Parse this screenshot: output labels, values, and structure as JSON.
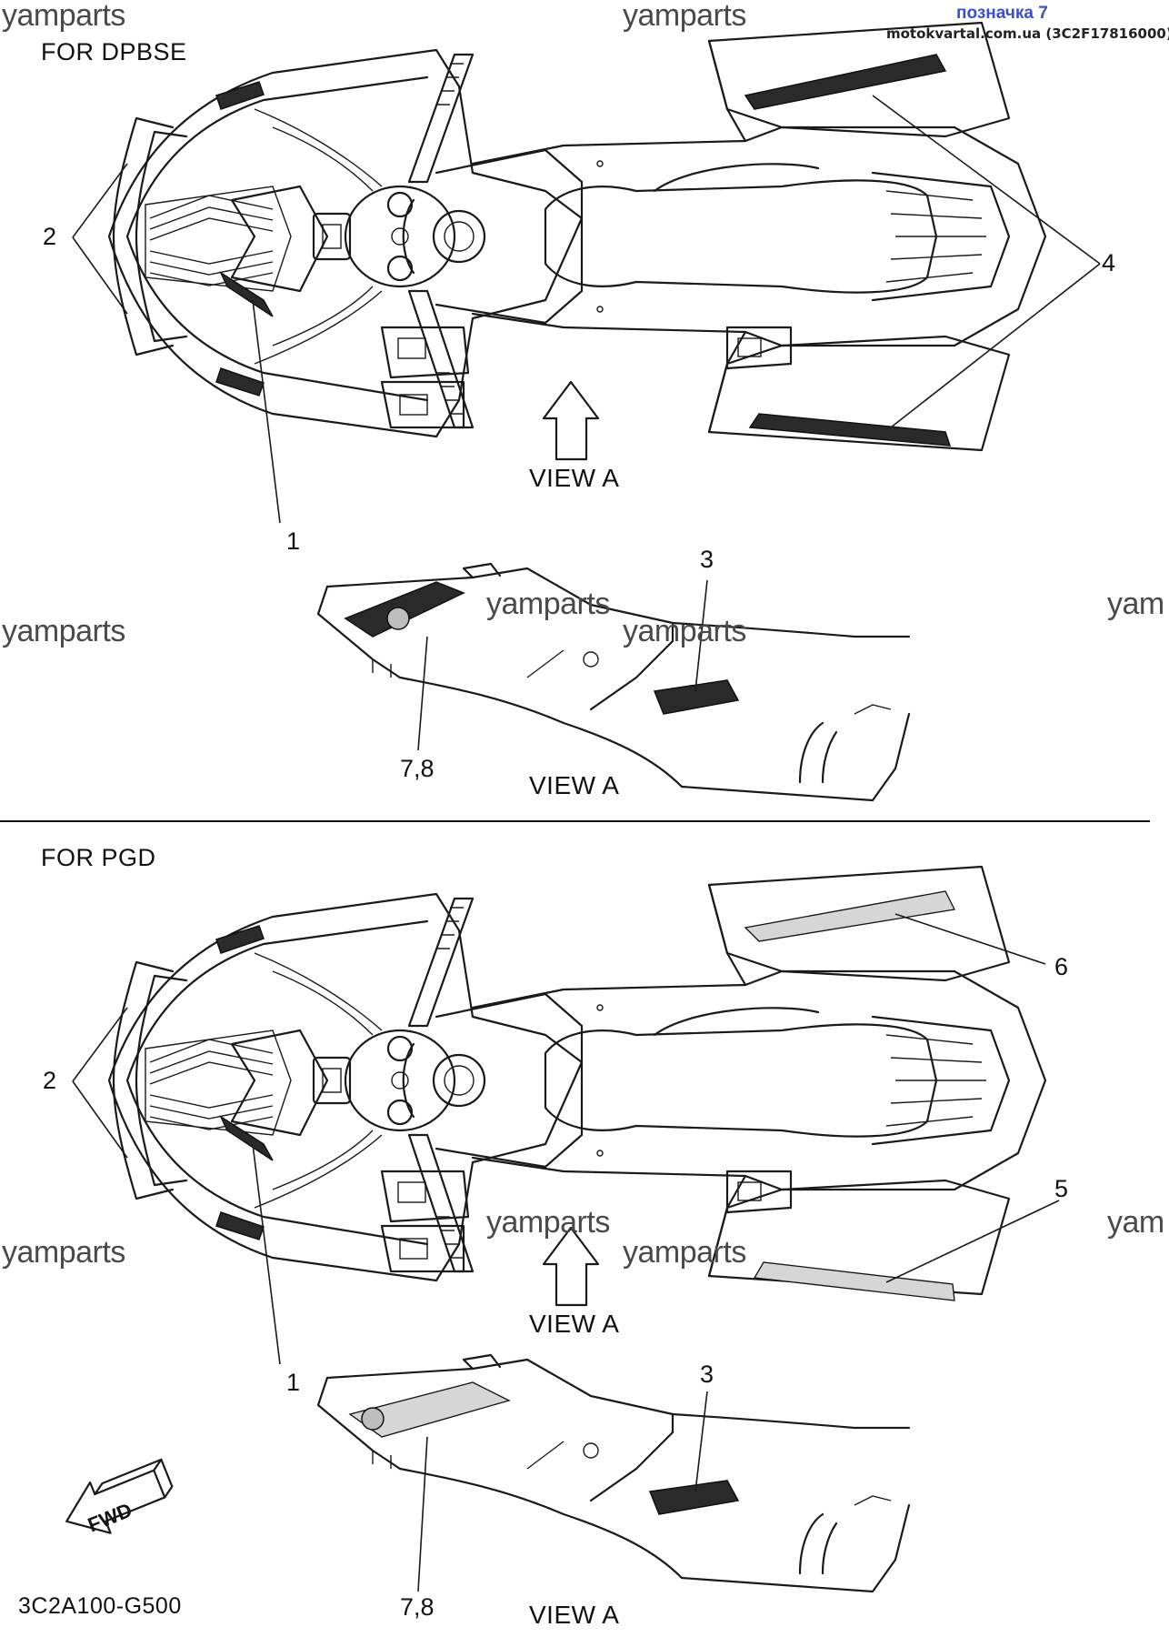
{
  "header": {
    "label": "позначка 7",
    "site": "motokvartal.com.ua (3C2F17816000)"
  },
  "watermark": "yamparts",
  "watermark_short": "yam",
  "sections": {
    "top": "FOR DPBSE",
    "bottom": "FOR PGD"
  },
  "callouts": {
    "c1": "1",
    "c2": "2",
    "c3": "3",
    "c4": "4",
    "c5": "5",
    "c6": "6",
    "c78": "7,8"
  },
  "view_label": "VIEW A",
  "fwd_label": "FWD",
  "diagram_code": "3C2A100-G500",
  "icons": {
    "view_arrow": "up-arrow-icon",
    "fwd_arrow": "fwd-arrow-icon",
    "yamaha_emblem": "tuning-fork-emblem-icon"
  }
}
